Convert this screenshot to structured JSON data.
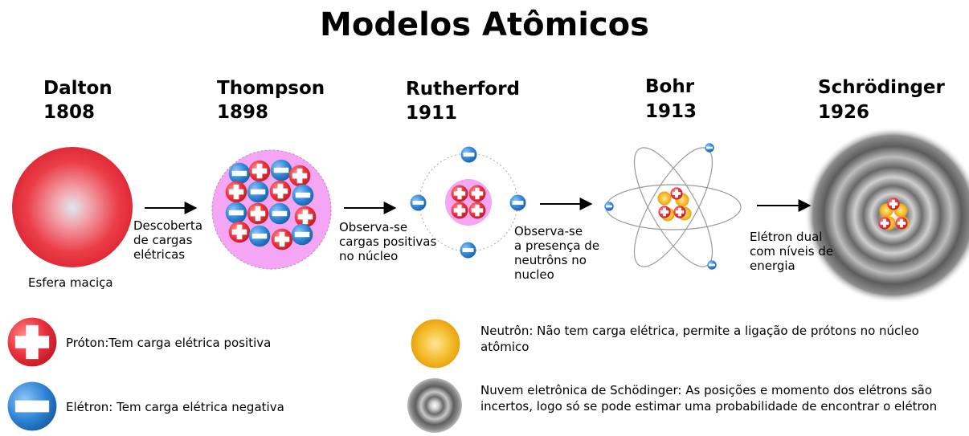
{
  "title": "Modelos Atômicos",
  "models": [
    {
      "name": "Dalton",
      "year": "1808",
      "caption": "Esfera maciça"
    },
    {
      "name": "Thompson",
      "year": "1898"
    },
    {
      "name": "Rutherford",
      "year": "1911"
    },
    {
      "name": "Bohr",
      "year": "1913"
    },
    {
      "name": "Schrödinger",
      "year": "1926"
    }
  ],
  "transitions": [
    {
      "lines": [
        "Descoberta",
        "de cargas",
        "elétricas"
      ]
    },
    {
      "lines": [
        "Observa-se",
        "cargas positivas",
        "no núcleo"
      ]
    },
    {
      "lines": [
        "Observa-se",
        "a presença de",
        "neutrôns no",
        "nucleo"
      ]
    },
    {
      "lines": [
        "Elétron dual",
        "com níveis de",
        "energia"
      ]
    }
  ],
  "legend": {
    "proton": "Próton:Tem carga elétrica positiva",
    "electron": "Elétron: Tem carga elétrica negativa",
    "neutron": "Neutrôn: Não tem carga elétrica, permite a ligação de prótons no núcleo atômico",
    "cloud": "Nuvem eletrônica de Schödinger: As posições e momento dos elétrons são incertos, logo só se pode estimar uma probabilidade de encontrar o elétron"
  },
  "colors": {
    "proton": "#e8303a",
    "electron": "#2f86d8",
    "neutron": "#f3b21f",
    "thompson_fill": "#f4a6f4",
    "cloud": "#5a5a5a"
  },
  "icons": {
    "proton": "plus-sphere",
    "electron": "minus-sphere",
    "neutron": "gold-sphere",
    "cloud": "concentric-rings"
  }
}
